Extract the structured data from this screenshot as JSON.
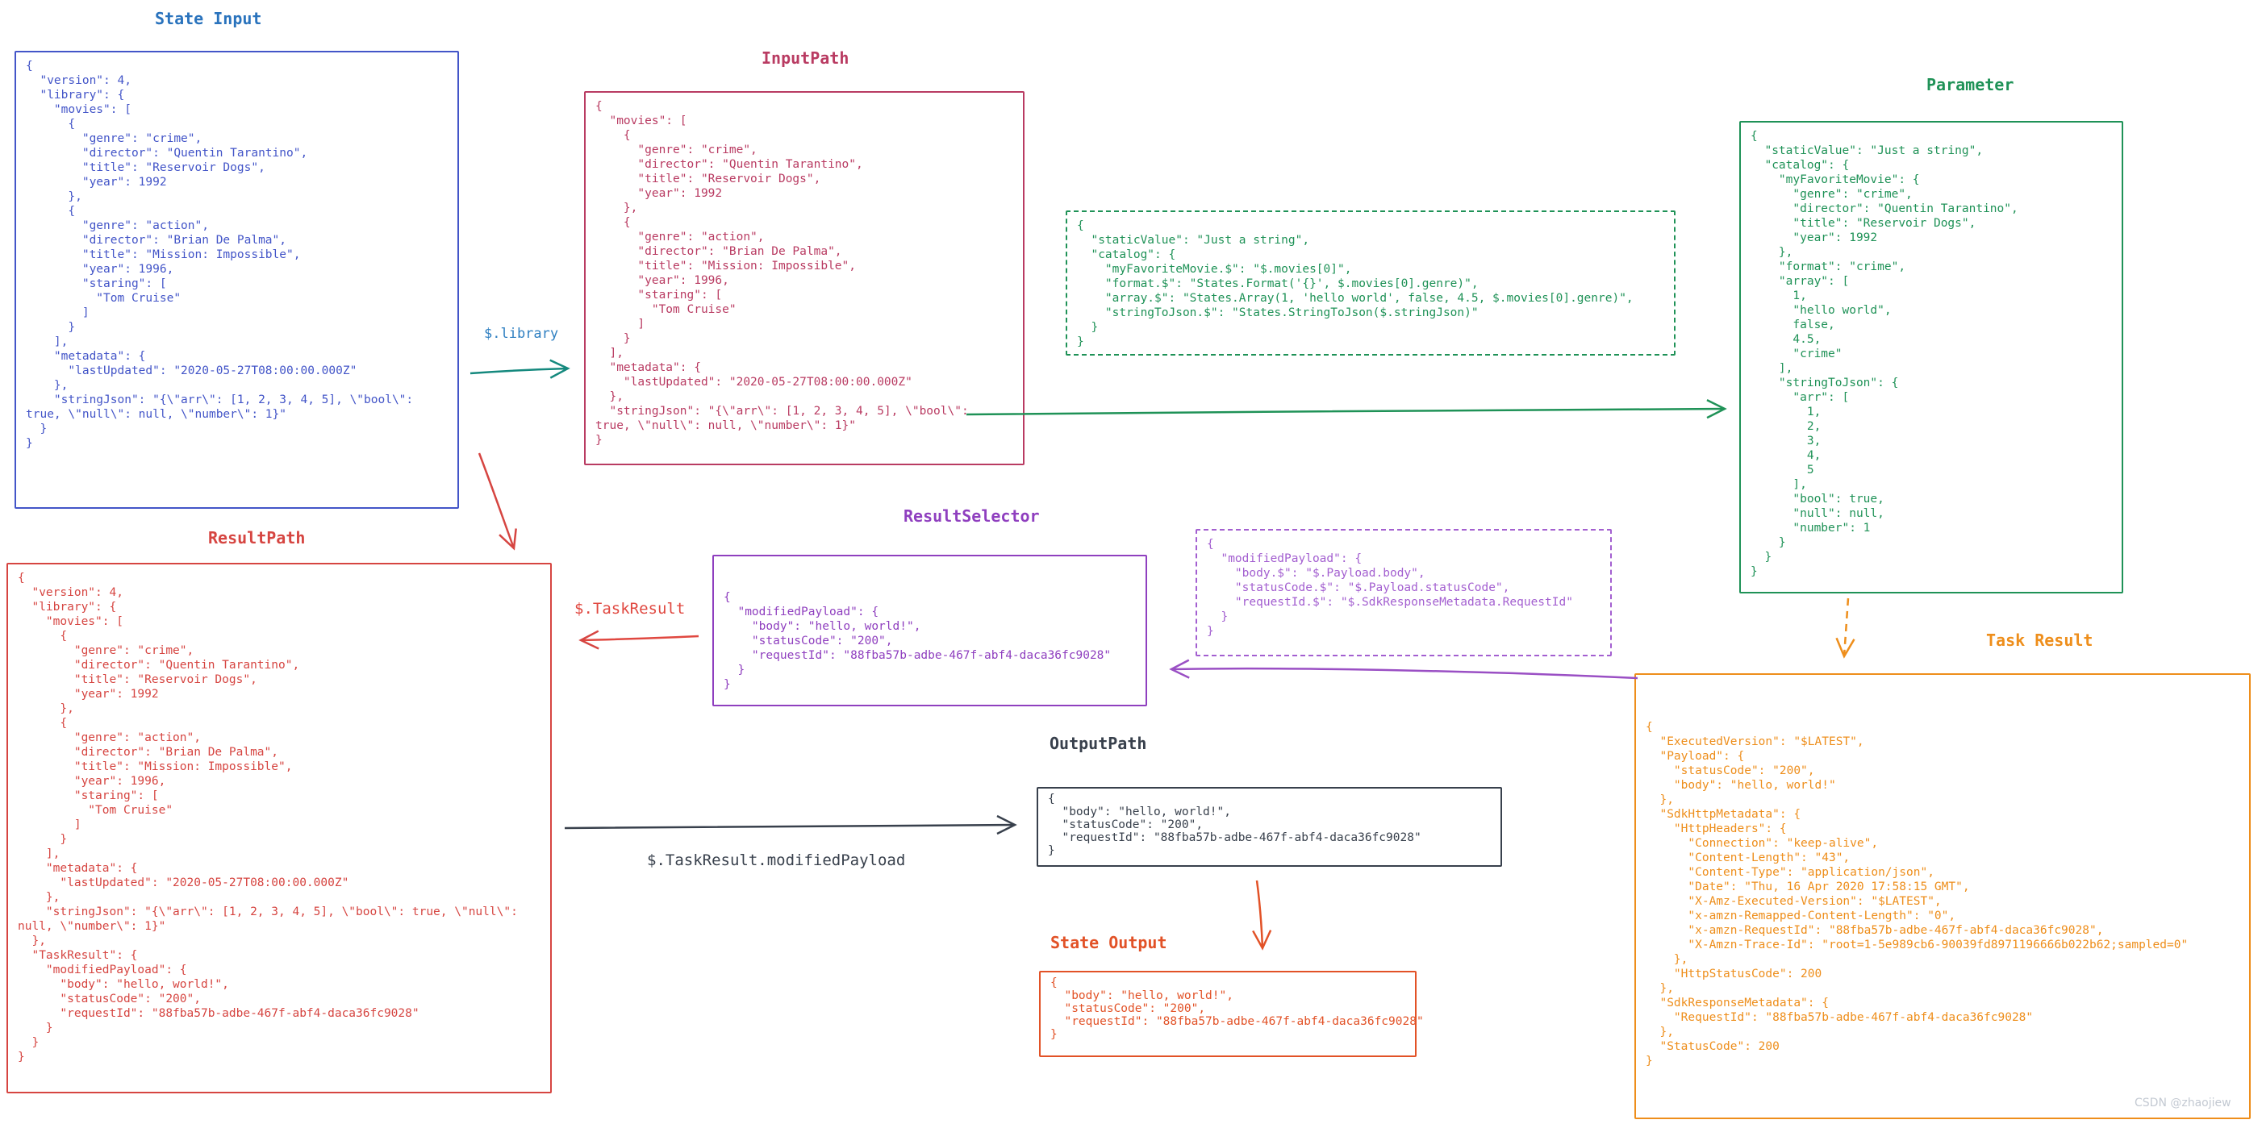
{
  "diagram": {
    "watermark": "CSDN @zhaojiew",
    "colors": {
      "state_input_title": "#2a73bd",
      "state_input_box": "#4355c8",
      "input_path": "#b93b62",
      "library_label": "#2e7fc1",
      "library_arrow": "#15897e",
      "parameter_green": "#1f9257",
      "result_selector_purple": "#8f3fbf",
      "template_purple": "#a35fd0",
      "result_path_red": "#d64541",
      "task_result_arrow_red": "#e04840",
      "output_path_slate": "#38404c",
      "state_output_orange_red": "#e25227",
      "task_result_orange": "#ee8e1b"
    },
    "nodes": {
      "state_input": {
        "title": "State Input",
        "code": "{\n  \"version\": 4,\n  \"library\": {\n    \"movies\": [\n      {\n        \"genre\": \"crime\",\n        \"director\": \"Quentin Tarantino\",\n        \"title\": \"Reservoir Dogs\",\n        \"year\": 1992\n      },\n      {\n        \"genre\": \"action\",\n        \"director\": \"Brian De Palma\",\n        \"title\": \"Mission: Impossible\",\n        \"year\": 1996,\n        \"staring\": [\n          \"Tom Cruise\"\n        ]\n      }\n    ],\n    \"metadata\": {\n      \"lastUpdated\": \"2020-05-27T08:00:00.000Z\"\n    },\n    \"stringJson\": \"{\\\"arr\\\": [1, 2, 3, 4, 5], \\\"bool\\\":\ntrue, \\\"null\\\": null, \\\"number\\\": 1}\"\n  }\n}"
      },
      "input_path": {
        "title": "InputPath",
        "code": "{\n  \"movies\": [\n    {\n      \"genre\": \"crime\",\n      \"director\": \"Quentin Tarantino\",\n      \"title\": \"Reservoir Dogs\",\n      \"year\": 1992\n    },\n    {\n      \"genre\": \"action\",\n      \"director\": \"Brian De Palma\",\n      \"title\": \"Mission: Impossible\",\n      \"year\": 1996,\n      \"staring\": [\n        \"Tom Cruise\"\n      ]\n    }\n  ],\n  \"metadata\": {\n    \"lastUpdated\": \"2020-05-27T08:00:00.000Z\"\n  },\n  \"stringJson\": \"{\\\"arr\\\": [1, 2, 3, 4, 5], \\\"bool\\\":\ntrue, \\\"null\\\": null, \\\"number\\\": 1}\"\n}"
      },
      "parameters_template": {
        "code": "{\n  \"staticValue\": \"Just a string\",\n  \"catalog\": {\n    \"myFavoriteMovie.$\": \"$.movies[0]\",\n    \"format.$\": \"States.Format('{}', $.movies[0].genre)\",\n    \"array.$\": \"States.Array(1, 'hello world', false, 4.5, $.movies[0].genre)\",\n    \"stringToJson.$\": \"States.StringToJson($.stringJson)\"\n  }\n}"
      },
      "parameter": {
        "title": "Parameter",
        "code": "{\n  \"staticValue\": \"Just a string\",\n  \"catalog\": {\n    \"myFavoriteMovie\": {\n      \"genre\": \"crime\",\n      \"director\": \"Quentin Tarantino\",\n      \"title\": \"Reservoir Dogs\",\n      \"year\": 1992\n    },\n    \"format\": \"crime\",\n    \"array\": [\n      1,\n      \"hello world\",\n      false,\n      4.5,\n      \"crime\"\n    ],\n    \"stringToJson\": {\n      \"arr\": [\n        1,\n        2,\n        3,\n        4,\n        5\n      ],\n      \"bool\": true,\n      \"null\": null,\n      \"number\": 1\n    }\n  }\n}"
      },
      "result_selector": {
        "title": "ResultSelector",
        "code": "{\n  \"modifiedPayload\": {\n    \"body\": \"hello, world!\",\n    \"statusCode\": \"200\",\n    \"requestId\": \"88fba57b-adbe-467f-abf4-daca36fc9028\"\n  }\n}"
      },
      "result_selector_template": {
        "code": "{\n  \"modifiedPayload\": {\n    \"body.$\": \"$.Payload.body\",\n    \"statusCode.$\": \"$.Payload.statusCode\",\n    \"requestId.$\": \"$.SdkResponseMetadata.RequestId\"\n  }\n}"
      },
      "result_path": {
        "title": "ResultPath",
        "code": "{\n  \"version\": 4,\n  \"library\": {\n    \"movies\": [\n      {\n        \"genre\": \"crime\",\n        \"director\": \"Quentin Tarantino\",\n        \"title\": \"Reservoir Dogs\",\n        \"year\": 1992\n      },\n      {\n        \"genre\": \"action\",\n        \"director\": \"Brian De Palma\",\n        \"title\": \"Mission: Impossible\",\n        \"year\": 1996,\n        \"staring\": [\n          \"Tom Cruise\"\n        ]\n      }\n    ],\n    \"metadata\": {\n      \"lastUpdated\": \"2020-05-27T08:00:00.000Z\"\n    },\n    \"stringJson\": \"{\\\"arr\\\": [1, 2, 3, 4, 5], \\\"bool\\\": true, \\\"null\\\":\nnull, \\\"number\\\": 1}\"\n  },\n  \"TaskResult\": {\n    \"modifiedPayload\": {\n      \"body\": \"hello, world!\",\n      \"statusCode\": \"200\",\n      \"requestId\": \"88fba57b-adbe-467f-abf4-daca36fc9028\"\n    }\n  }\n}"
      },
      "output_path": {
        "title": "OutputPath",
        "code": "{\n  \"body\": \"hello, world!\",\n  \"statusCode\": \"200\",\n  \"requestId\": \"88fba57b-adbe-467f-abf4-daca36fc9028\"\n}"
      },
      "state_output": {
        "title": "State Output",
        "code": "{\n  \"body\": \"hello, world!\",\n  \"statusCode\": \"200\",\n  \"requestId\": \"88fba57b-adbe-467f-abf4-daca36fc9028\"\n}"
      },
      "task_result": {
        "title": "Task Result",
        "code": "{\n  \"ExecutedVersion\": \"$LATEST\",\n  \"Payload\": {\n    \"statusCode\": \"200\",\n    \"body\": \"hello, world!\"\n  },\n  \"SdkHttpMetadata\": {\n    \"HttpHeaders\": {\n      \"Connection\": \"keep-alive\",\n      \"Content-Length\": \"43\",\n      \"Content-Type\": \"application/json\",\n      \"Date\": \"Thu, 16 Apr 2020 17:58:15 GMT\",\n      \"X-Amz-Executed-Version\": \"$LATEST\",\n      \"x-amzn-Remapped-Content-Length\": \"0\",\n      \"x-amzn-RequestId\": \"88fba57b-adbe-467f-abf4-daca36fc9028\",\n      \"X-Amzn-Trace-Id\": \"root=1-5e989cb6-90039fd8971196666b022b62;sampled=0\"\n    },\n    \"HttpStatusCode\": 200\n  },\n  \"SdkResponseMetadata\": {\n    \"RequestId\": \"88fba57b-adbe-467f-abf4-daca36fc9028\"\n  },\n  \"StatusCode\": 200\n}"
      }
    },
    "edges": {
      "library": {
        "label": "$.library"
      },
      "task_result": {
        "label": "$.TaskResult"
      },
      "modified_payload": {
        "label": "$.TaskResult.modifiedPayload"
      }
    }
  }
}
